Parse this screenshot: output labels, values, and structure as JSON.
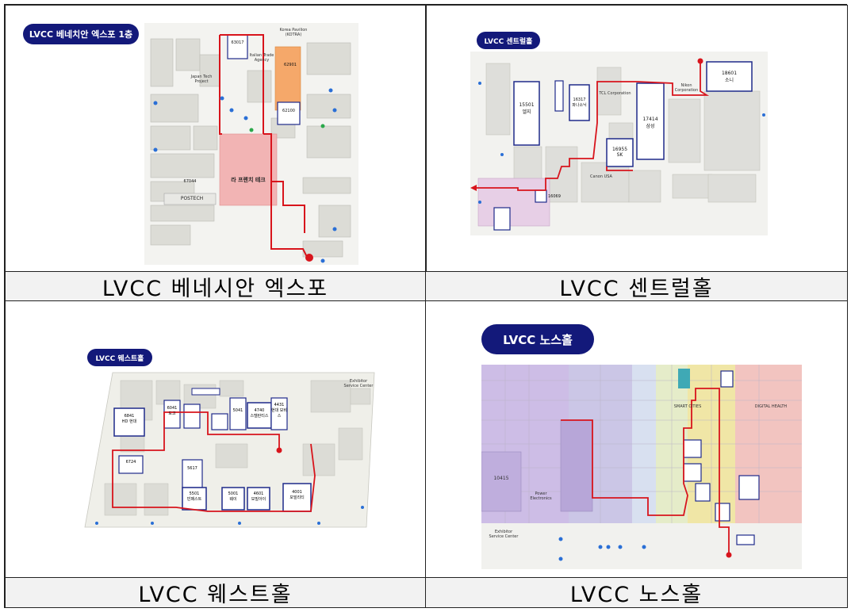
{
  "panels": [
    {
      "caption": "LVCC 베네시안 엑스포",
      "badge": "LVCC 베네치안 엑스포 1층",
      "labels": {
        "korea_pavilion": "Korea Pavilion (KOTRA)",
        "italian": "Italian Trade Agency",
        "japan": "Japan Tech Project",
        "booth1": "63017",
        "booth2": "62901",
        "booth3": "62100",
        "lafrench": "라 프렌치 테크",
        "postech": "POSTECH",
        "booth4": "67044"
      }
    },
    {
      "caption": "LVCC 센트럴홀",
      "badge": "LVCC 센트럴홀",
      "labels": {
        "b1": "15501",
        "b1n": "엘지",
        "b2": "16317",
        "b2n": "파나소닉",
        "b3": "17414",
        "b3n": "삼성",
        "b4": "16955",
        "b4n": "SK",
        "b5": "18601",
        "b5n": "소니",
        "tcl": "TCL Corporation",
        "nikon": "Nikon Corporation",
        "canon": "Canon USA",
        "b6": "16069"
      }
    },
    {
      "caption": "LVCC 웨스트홀",
      "badge": "LVCC 웨스트홀",
      "labels": {
        "b1": "6841",
        "b1n": "HD 현대",
        "b2": "6041",
        "b2n": "도고",
        "b3": "4740",
        "b3n": "스텔란티스",
        "b4": "4431",
        "b4n": "현대 모비스",
        "b5": "5501",
        "b5n": "빈패스트",
        "b6": "5001",
        "b6n": "웨이",
        "b7": "4601",
        "b7n": "모빌아이",
        "b8": "4001",
        "b8n": "모빌리티",
        "b9": "5617",
        "b10": "5041",
        "b11": "6724",
        "exhib": "Exhibitor Service Center"
      }
    },
    {
      "caption": "LVCC 노스홀",
      "badge": "LVCC 노스홀",
      "labels": {
        "smart": "SMART CITIES",
        "digital": "DIGITAL HEALTH",
        "b1": "10415",
        "b1n": "Power Electronics",
        "exhib": "Exhibitor Service Center"
      }
    }
  ],
  "colors": {
    "route": "#d8141c",
    "badge": "#13197a",
    "caption_bg": "#f2f2f2",
    "booth_outline": "#1f2a8a"
  }
}
